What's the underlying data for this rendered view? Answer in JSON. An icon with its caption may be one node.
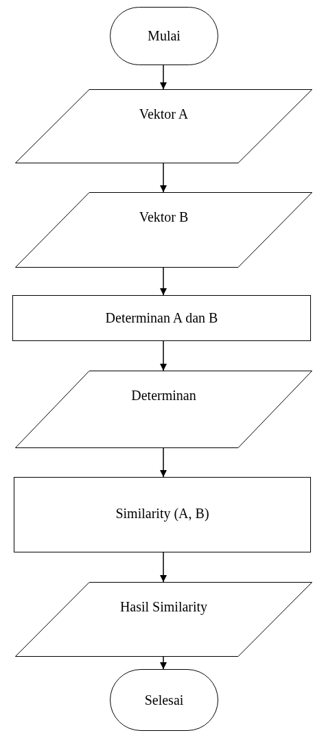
{
  "diagram": {
    "nodes": [
      {
        "text": [
          "Mulai"
        ]
      },
      {
        "text": [
          "Vektor A"
        ]
      },
      {
        "text": [
          "Vektor B"
        ]
      },
      {
        "text": [
          "Determinan A dan B"
        ]
      },
      {
        "text": [
          "Determinan"
        ]
      },
      {
        "text": [
          "Similarity (A, B)"
        ]
      },
      {
        "text": [
          "Hasil Similarity"
        ]
      },
      {
        "text": [
          "Selesai"
        ]
      }
    ],
    "edges": [
      {
        "from": 0,
        "to": 1,
        "arrow": "to"
      },
      {
        "from": 1,
        "to": 2,
        "arrow": "to"
      },
      {
        "from": 2,
        "to": 3,
        "arrow": "to"
      },
      {
        "from": 3,
        "to": 4,
        "arrow": "to"
      },
      {
        "from": 4,
        "to": 5,
        "arrow": "to"
      },
      {
        "from": 5,
        "to": 6,
        "arrow": "to"
      },
      {
        "from": 6,
        "to": 7,
        "arrow": "to"
      }
    ]
  }
}
